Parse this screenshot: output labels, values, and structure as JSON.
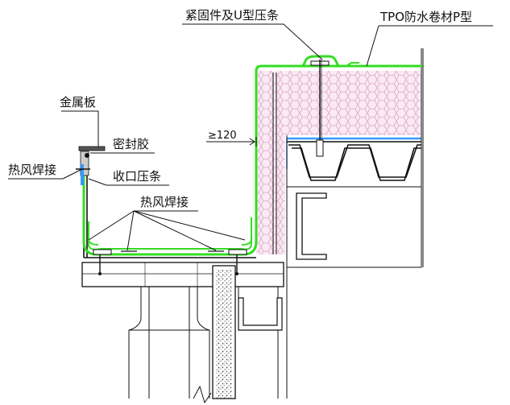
{
  "labels": {
    "fastener": "紧固件及U型压条",
    "tpo_membrane": "TPO防水卷材P型",
    "metal_plate": "金属板",
    "sealant": "密封胶",
    "hot_air_weld_left": "热风焊接",
    "edge_strip": "收口压条",
    "hot_air_weld_bottom": "热风焊接",
    "dimension": "≥120"
  },
  "colors": {
    "membrane": "#33dd22",
    "insulation_fill": "#fbe9f3",
    "insulation_hex": "#d9a8c8",
    "blue_layer": "#3399ff",
    "line": "#111111"
  }
}
